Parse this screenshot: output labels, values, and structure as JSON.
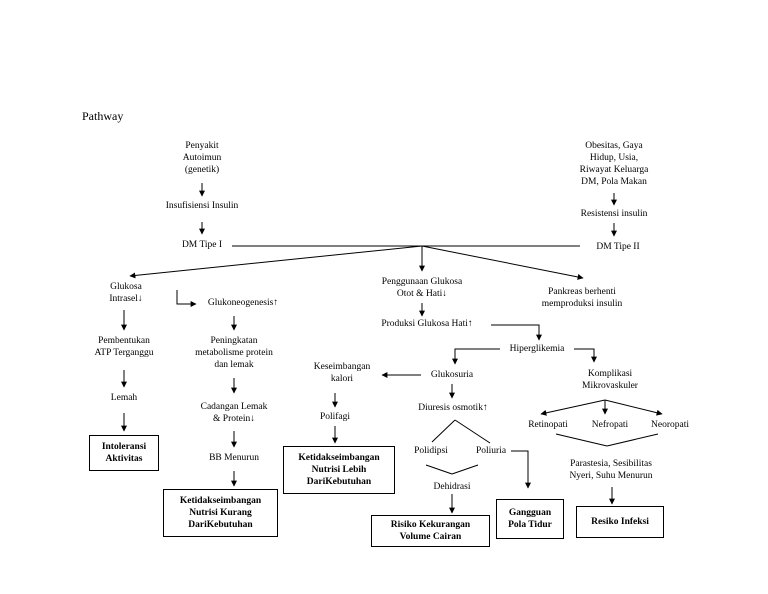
{
  "title": "Pathway",
  "nodes": {
    "penyakit": "Penyakit\nAutoimun\n(genetik)",
    "insufisiensi": "Insufisiensi Insulin",
    "dm1": "DM Tipe I",
    "obesitas": "Obesitas, Gaya\nHidup, Usia,\nRiwayat Keluarga\nDM, Pola Makan",
    "resistensi": "Resistensi insulin",
    "dm2": "DM Tipe II",
    "glukosa_intrasel": "Glukosa\nIntrasel↓",
    "glukoneogenesis": "Glukoneogenesis↑",
    "penggunaan": "Penggunaan Glukosa\nOtot & Hati↓",
    "pankreas": "Pankreas berhenti\nmemproduksi insulin",
    "produksi": "Produksi Glukosa Hati↑",
    "pembentukan_atp": "Pembentukan\nATP Terganggu",
    "peningkatan": "Peningkatan\nmetabolisme protein\ndan lemak",
    "hiperglikemia": "Hiperglikemia",
    "keseimbangan": "Keseimbangan\nkalori",
    "glukosuria": "Glukosuria",
    "komplikasi": "Komplikasi\nMikrovaskuler",
    "lemah": "Lemah",
    "cadangan": "Cadangan Lemak\n& Protein↓",
    "polifagi": "Polifagi",
    "diuresis": "Diuresis osmotik↑",
    "retinopati": "Retinopati",
    "nefropati": "Nefropati",
    "neoropati": "Neoropati",
    "polidipsi": "Polidipsi",
    "poliuria": "Poliuria",
    "parastesia": "Parastesia, Sesibilitas\nNyeri, Suhu Menurun",
    "bb_menurun": "BB Menurun",
    "dehidrasi": "Dehidrasi"
  },
  "boxes": {
    "intoleransi": "Intoleransi\nAktivitas",
    "nutrisi_kurang": "Ketidakseimbangan\nNutrisi Kurang\nDariKebutuhan",
    "nutrisi_lebih": "Ketidakseimbangan\nNutrisi Lebih\nDariKebutuhan",
    "kekurangan_cairan": "Risiko Kekurangan\nVolume Cairan",
    "gangguan_tidur": "Gangguan\nPola Tidur",
    "resiko_infeksi": "Resiko Infeksi"
  }
}
